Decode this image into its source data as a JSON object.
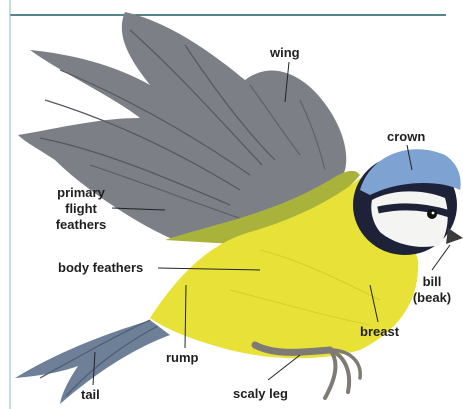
{
  "diagram": {
    "subject": "",
    "labels": {
      "wing": "wing",
      "crown": "crown",
      "primary_flight_feathers": [
        "primary",
        "flight",
        "feathers"
      ],
      "body_feathers": "body feathers",
      "bill": [
        "bill",
        "(beak)"
      ],
      "breast": "breast",
      "rump": "rump",
      "tail": "tail",
      "scaly_leg": "scaly leg"
    },
    "colors": {
      "background": "#ffffff",
      "page_rule": "#1d5b62",
      "body_yellow": "#e8e238",
      "wing_grey": "#7c7f86",
      "crown_blue": "#7ea3d2",
      "face_white": "#f4f5f3",
      "eye_stripe": "#1d2238",
      "back_green": "#a9b33c",
      "tail_blue": "#6e8097",
      "leg_grey": "#7e7a76"
    }
  }
}
